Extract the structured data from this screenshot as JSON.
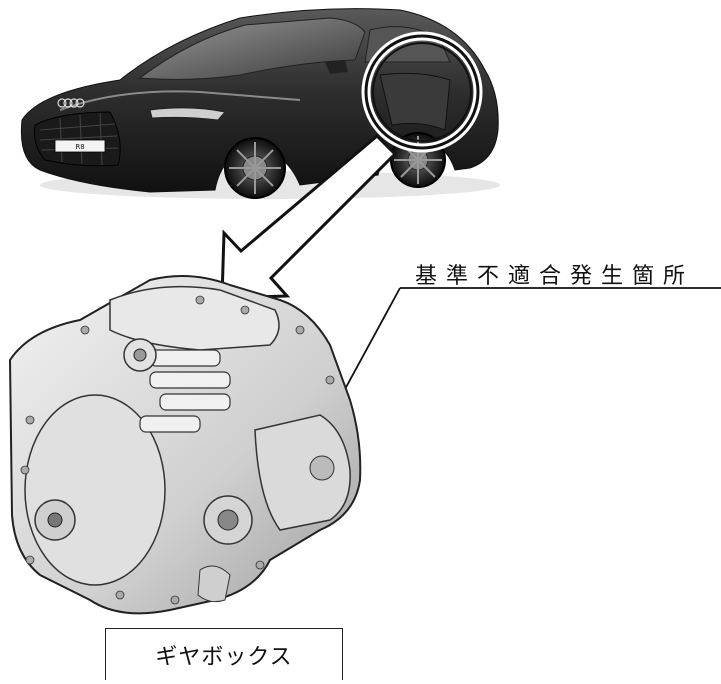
{
  "callout": {
    "label": "基準不適合発生箇所"
  },
  "caption": {
    "label": "ギヤボックス"
  },
  "car": {
    "plate_text": "R8"
  },
  "colors": {
    "line": "#111111",
    "car_body": "#2a2a2a",
    "gearbox_metal": "#d9d9d9"
  }
}
